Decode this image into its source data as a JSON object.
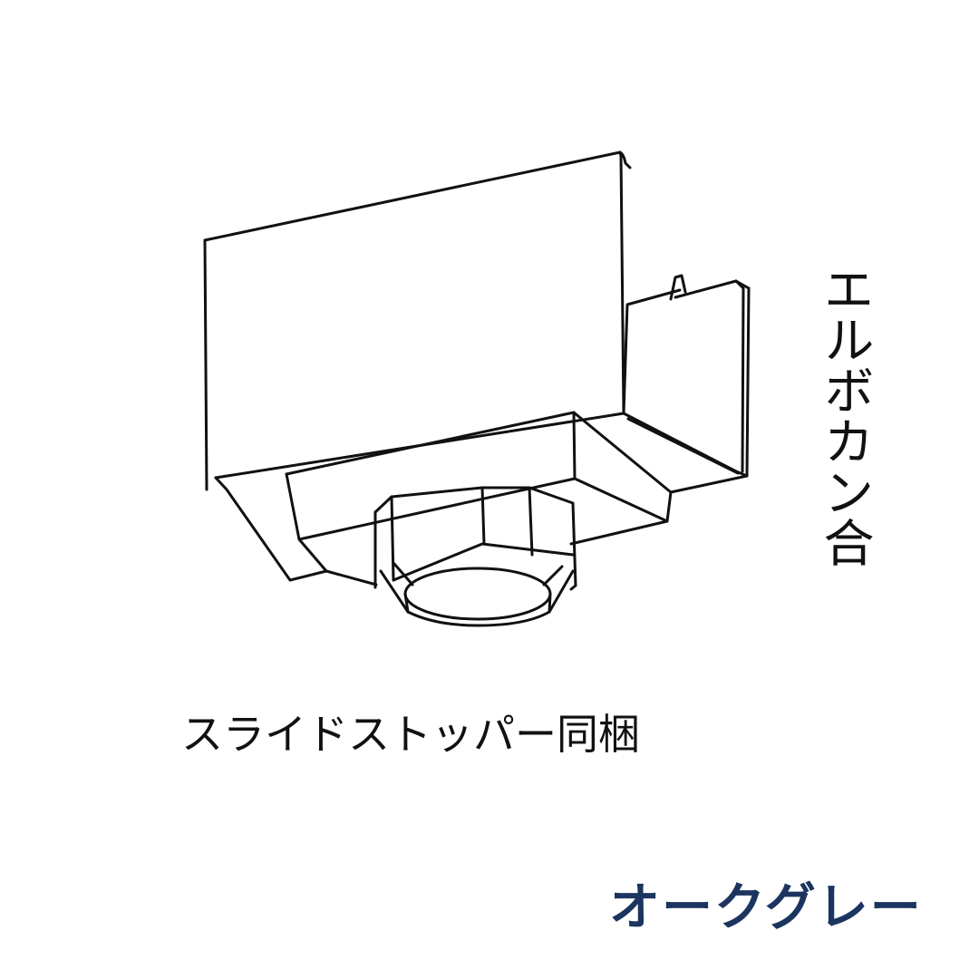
{
  "product": {
    "illustration": "gutter-elbow-outlet-drawing",
    "side_label": "エルボカン合",
    "caption": "スライドストッパー同梱",
    "color_name": "オークグレー"
  },
  "colors": {
    "line": "#111111",
    "color_name_text": "#1c3560",
    "background": "#ffffff"
  }
}
